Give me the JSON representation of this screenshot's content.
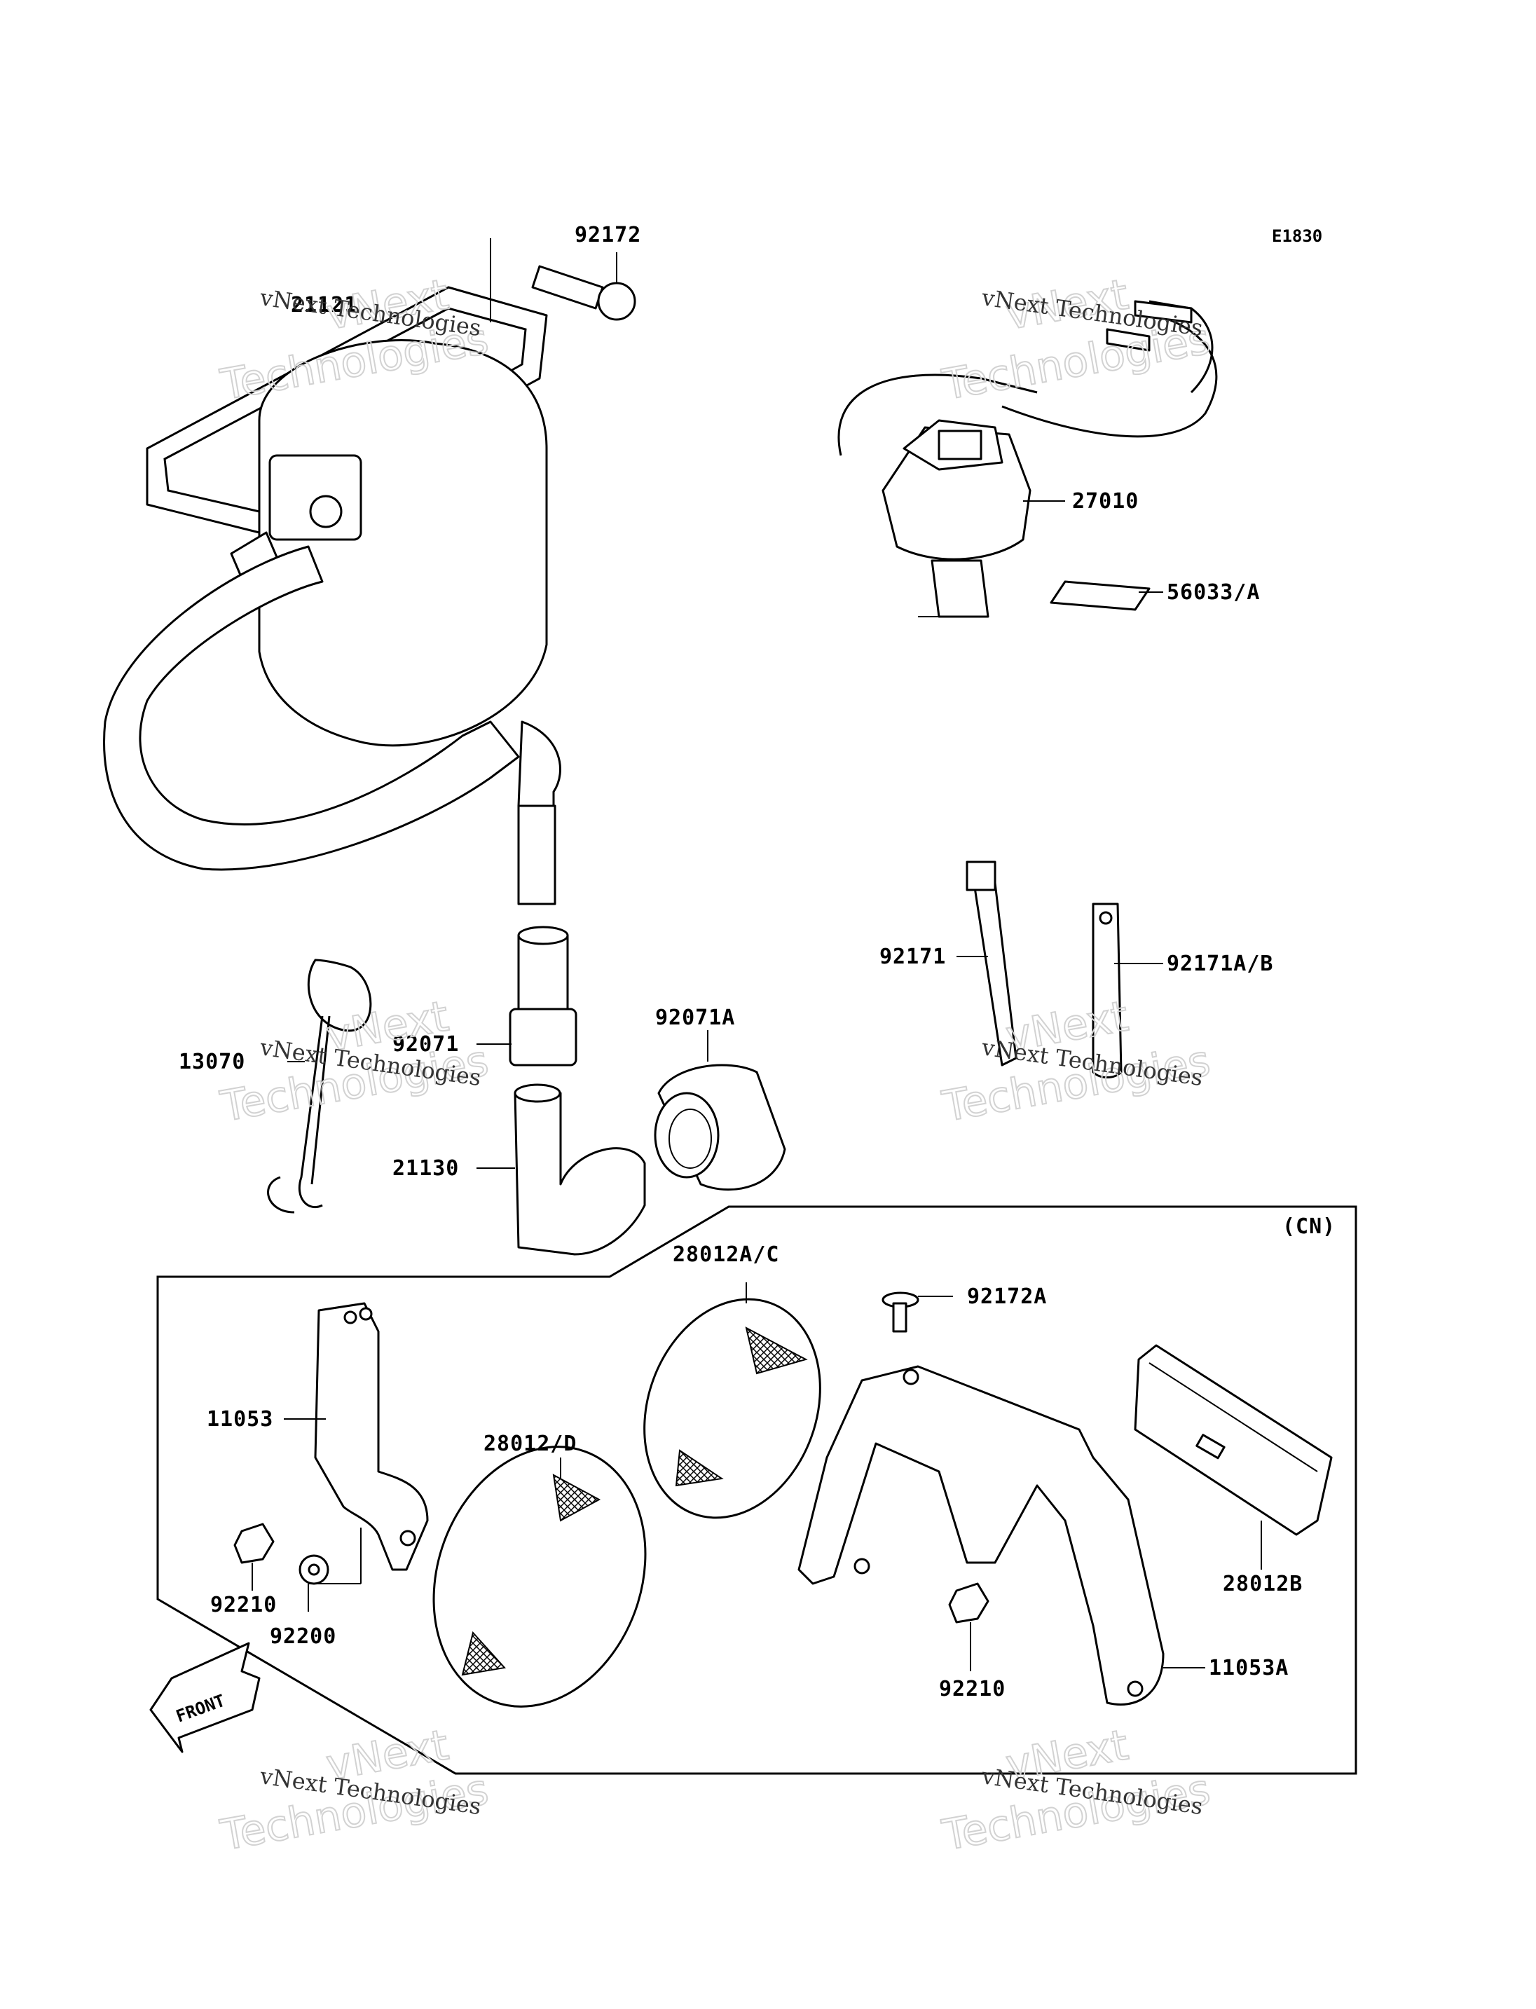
{
  "diagram_code": "E1830",
  "region_label": "(CN)",
  "front_label": "FRONT",
  "watermark": {
    "line1": "vNext Technologies",
    "line2": "Technologies",
    "overlay": "vNext"
  },
  "parts": {
    "p92172": "92172",
    "p21121": "21121",
    "p27010": "27010",
    "p56033": "56033/A",
    "p92171": "92171",
    "p92171ab": "92171A/B",
    "p92071": "92071",
    "p92071a": "92071A",
    "p13070": "13070",
    "p21130": "21130",
    "p28012ac": "28012A/C",
    "p92172a": "92172A",
    "p11053": "11053",
    "p28012d": "28012/D",
    "p92210a": "92210",
    "p92200": "92200",
    "p92210b": "92210",
    "p28012b": "28012B",
    "p11053a": "11053A"
  }
}
